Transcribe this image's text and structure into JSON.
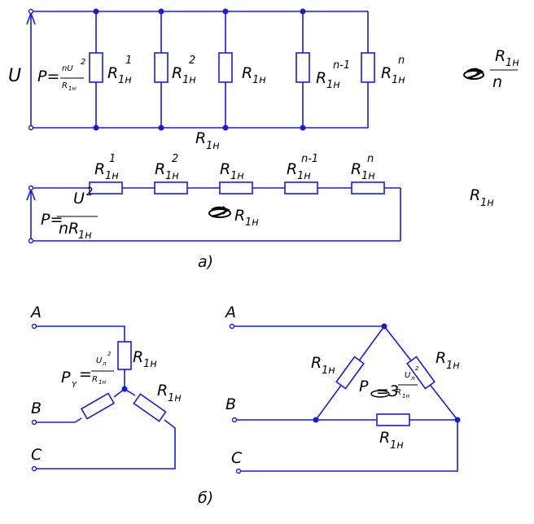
{
  "part_a": {
    "label": "а)",
    "voltage_label": "U",
    "parallel": {
      "power_lhs": "P=",
      "power_num": "nU",
      "power_num_exp": "2",
      "power_den": "R",
      "power_den_sub": "1н",
      "resistors": [
        {
          "name": "R",
          "sub": "1н",
          "sup": "1"
        },
        {
          "name": "R",
          "sub": "1н",
          "sup": "2"
        },
        {
          "name": "R",
          "sub": "1н",
          "sup": ""
        },
        {
          "name": "R",
          "sub": "1н",
          "sup": "n-1"
        },
        {
          "name": "R",
          "sub": "1н",
          "sup": "n"
        }
      ],
      "bottom_label_name": "R",
      "bottom_label_sub": "1н",
      "equiv_num": "R",
      "equiv_num_sub": "1н",
      "equiv_den": "n"
    },
    "series": {
      "power_lhs": "P=",
      "power_num": "U",
      "power_num_exp": "2",
      "power_den": "nR",
      "power_den_sub": "1н",
      "resistors": [
        {
          "name": "R",
          "sub": "1н",
          "sup": "1"
        },
        {
          "name": "R",
          "sub": "1н",
          "sup": "2"
        },
        {
          "name": "R",
          "sub": "1н",
          "sup": ""
        },
        {
          "name": "R",
          "sub": "1н",
          "sup": "n-1"
        },
        {
          "name": "R",
          "sub": "1н",
          "sup": "n"
        }
      ],
      "middle_label_name": "R",
      "middle_label_sub": "1н",
      "right_label_name": "R",
      "right_label_sub": "1н"
    }
  },
  "part_b": {
    "label": "б)",
    "star": {
      "phases": [
        "A",
        "B",
        "C"
      ],
      "power_lhs": "P",
      "power_lhs_sub": "Y",
      "power_eq": "=",
      "power_num": "U",
      "power_num_sub": "л",
      "power_num_exp": "2",
      "power_den": "R",
      "power_den_sub": "1н",
      "resistor_name": "R",
      "resistor_sub": "1н"
    },
    "delta": {
      "phases": [
        "A",
        "B",
        "C"
      ],
      "power_lhs": "P",
      "power_eq": "=3",
      "power_num": "U",
      "power_num_sub": "л",
      "power_num_exp": "2",
      "power_den": "R",
      "power_den_sub": "1н",
      "resistor_name": "R",
      "resistor_sub": "1н"
    }
  },
  "colors": {
    "wire": "#1a1adf",
    "text": "#000000"
  }
}
